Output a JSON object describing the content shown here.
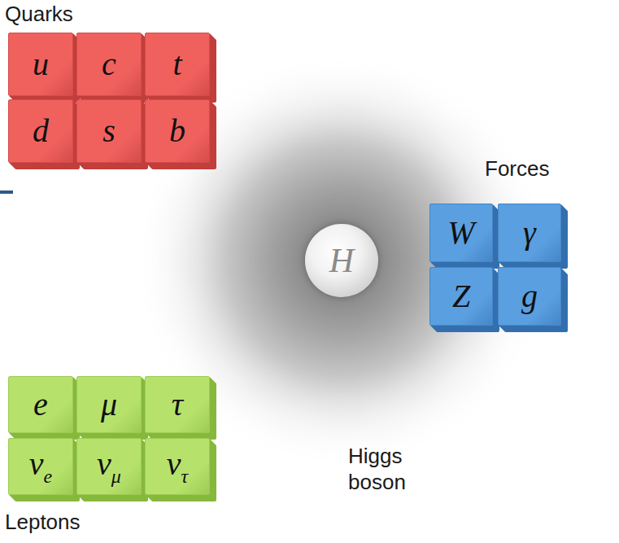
{
  "diagram": {
    "nodes": [
      {
        "text": [
          "u"
        ]
      },
      {
        "text": [
          "c"
        ]
      },
      {
        "text": [
          "t"
        ]
      },
      {
        "text": [
          "d"
        ]
      },
      {
        "text": [
          "s"
        ]
      },
      {
        "text": [
          "b"
        ]
      },
      {
        "text": [
          "W"
        ]
      },
      {
        "text": [
          "γ"
        ]
      },
      {
        "text": [
          "H"
        ]
      },
      {
        "text": [
          "Z"
        ]
      },
      {
        "text": [
          "g"
        ]
      },
      {
        "text": [
          "e"
        ]
      },
      {
        "text": [
          "μ"
        ]
      },
      {
        "text": [
          "τ"
        ]
      },
      {
        "text": [
          "ν",
          "e"
        ]
      },
      {
        "text": [
          "ν",
          "μ"
        ]
      },
      {
        "text": [
          "ν",
          "τ"
        ]
      }
    ],
    "labels": [
      "Quarks",
      "Forces",
      "Higgs boson",
      "Leptons"
    ]
  }
}
